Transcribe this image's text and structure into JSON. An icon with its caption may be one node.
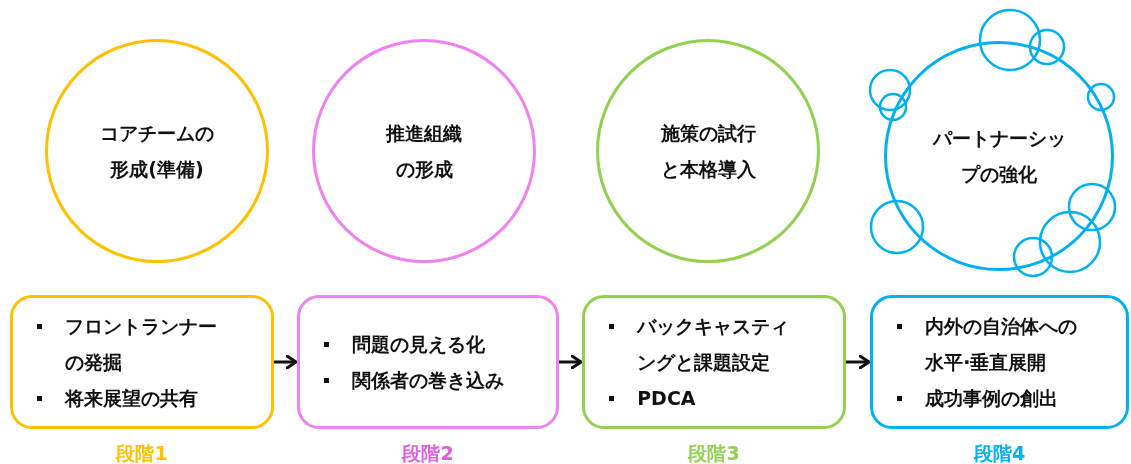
{
  "diagram": {
    "nodes": [
      {
        "text": [
          "コアチームの形成(準備)"
        ]
      },
      {
        "text": [
          "推進組織の形成"
        ]
      },
      {
        "text": [
          "施策の試行と本格導入"
        ]
      },
      {
        "text": [
          "パートナーシップの強化"
        ]
      },
      {
        "text": [
          "フロントランナーの発掘",
          "将来展望の共有"
        ],
        "beside": [
          "段階1"
        ]
      },
      {
        "text": [
          "問題の見える化",
          "関係者の巻き込み"
        ],
        "beside": [
          "段階2"
        ]
      },
      {
        "text": [
          "バックキャスティングと課題設定",
          "PDCA"
        ],
        "beside": [
          "段階3"
        ]
      },
      {
        "text": [
          "内外の自治体への水平·垂直展開",
          "成功事例の創出"
        ],
        "beside": [
          "段階4"
        ]
      }
    ],
    "edges": [
      {
        "from": 4,
        "to": 5,
        "arrow": "to"
      },
      {
        "from": 5,
        "to": 6,
        "arrow": "to"
      },
      {
        "from": 6,
        "to": 7,
        "arrow": "to"
      }
    ]
  }
}
